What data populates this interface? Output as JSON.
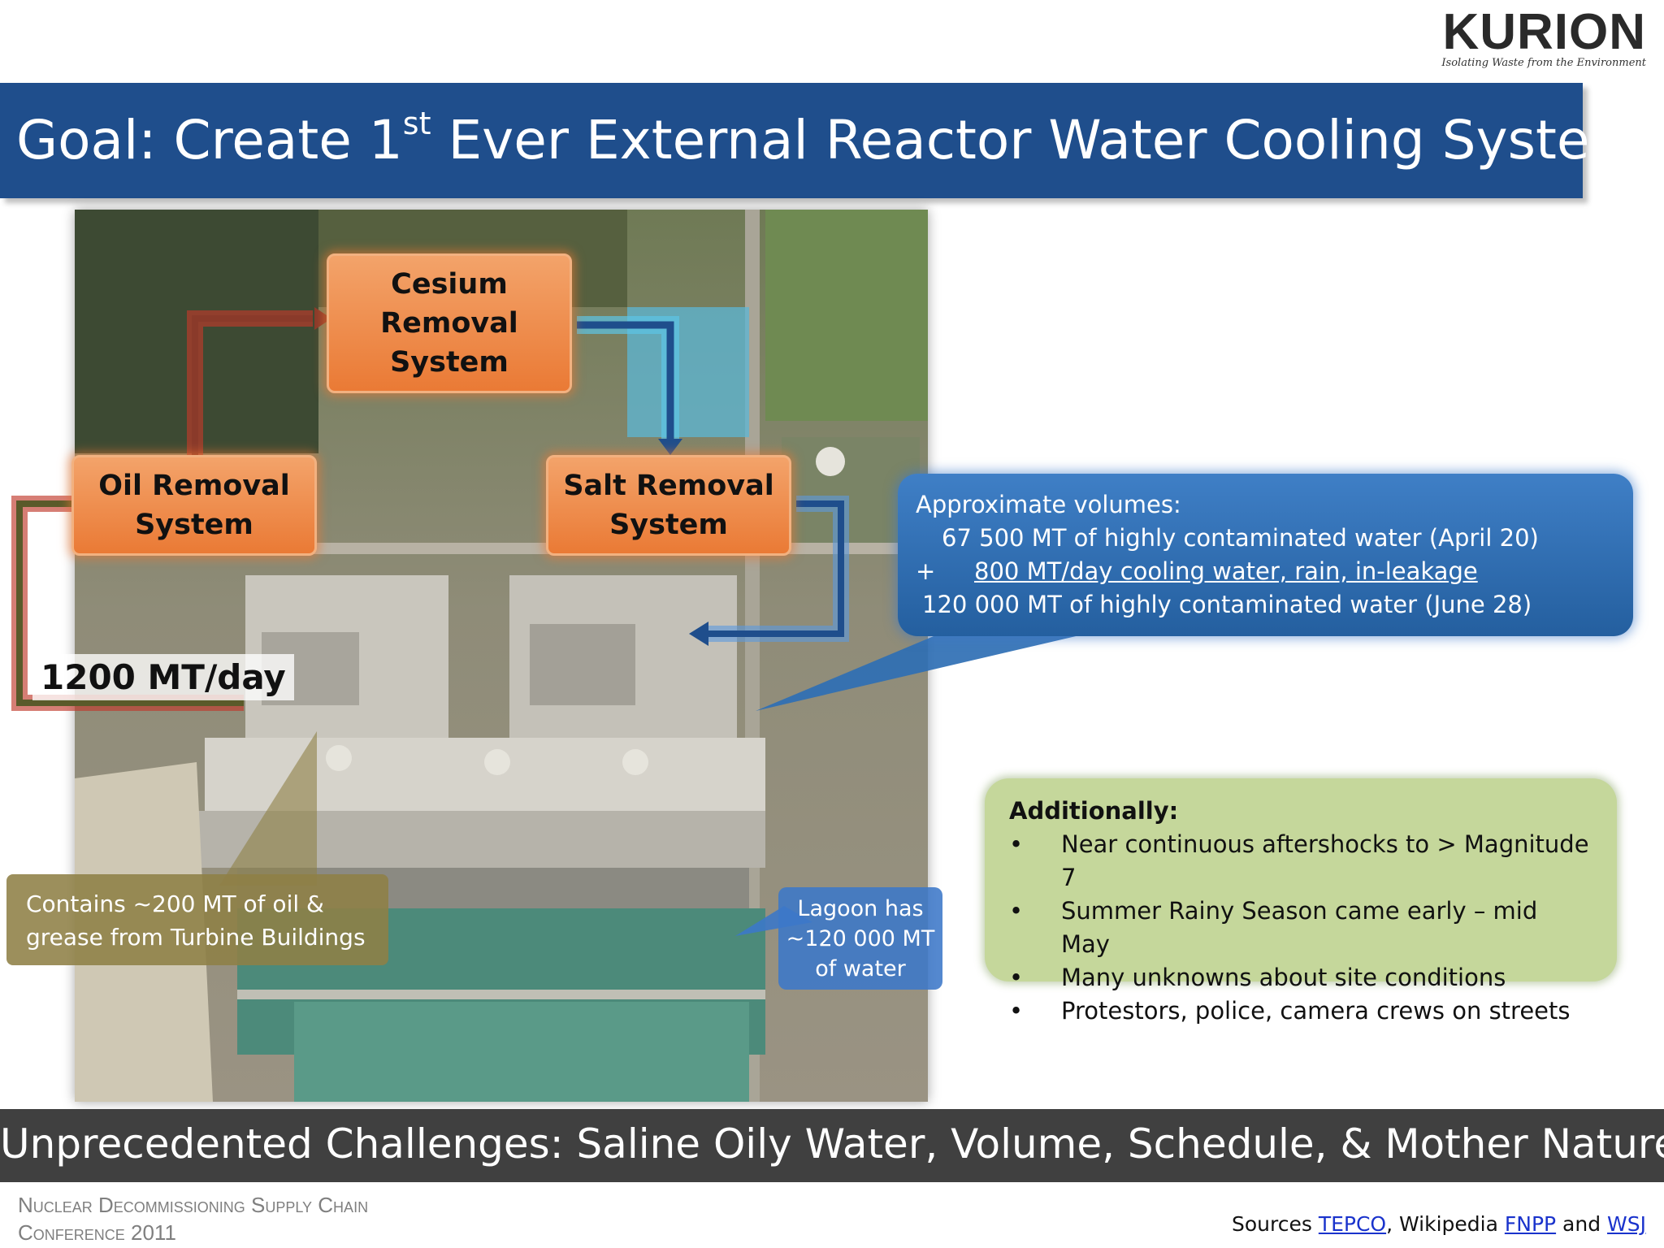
{
  "logo": {
    "word": "KURION",
    "tagline": "Isolating Waste from the Environment"
  },
  "title": {
    "prefix": "Goal: Create 1",
    "superscript": "st",
    "suffix": " Ever External Reactor Water Cooling System"
  },
  "diagram": {
    "cesium": [
      "Cesium",
      "Removal",
      "System"
    ],
    "oil": [
      "Oil Removal",
      "System"
    ],
    "salt": [
      "Salt Removal",
      "System"
    ],
    "rate": "1200 MT/day"
  },
  "volumes": {
    "heading": "Approximate volumes:",
    "line1": "67 500 MT of highly contaminated water (April 20)",
    "plus": "+",
    "line2": "800 MT/day cooling water, rain, in-leakage",
    "line3": "120 000 MT of highly contaminated water (June 28)"
  },
  "additionally": {
    "heading": "Additionally:",
    "bullet": "•",
    "items": [
      "Near continuous aftershocks to > Magnitude 7",
      "Summer Rainy Season came early – mid May",
      "Many unknowns about site conditions",
      "Protestors, police, camera crews on streets"
    ]
  },
  "oil_note": [
    "Contains ~200 MT of oil &",
    "grease from Turbine Buildings"
  ],
  "lagoon_note": [
    "Lagoon has",
    "~120 000 MT",
    "of water"
  ],
  "bottom_banner": "Unprecedented Challenges: Saline Oily Water, Volume, Schedule, & Mother Nature",
  "conference": [
    "Nuclear Decommissioning Supply Chain",
    "Conference 2011"
  ],
  "sources": {
    "prefix": "Sources ",
    "tepco": "TEPCO",
    "sep1": ", Wikipedia ",
    "fnpp": "FNPP",
    "sep2": " and ",
    "wsj": "WSJ"
  },
  "colors": {
    "title_band": "#1f4e8c",
    "orange_box": "#ea7a35",
    "blue_callout": "#2f6fb4",
    "green_callout": "#c5d79b",
    "bottom_band": "#404040",
    "flow_red": "#c0392b",
    "flow_blue": "#1f4e8c"
  }
}
